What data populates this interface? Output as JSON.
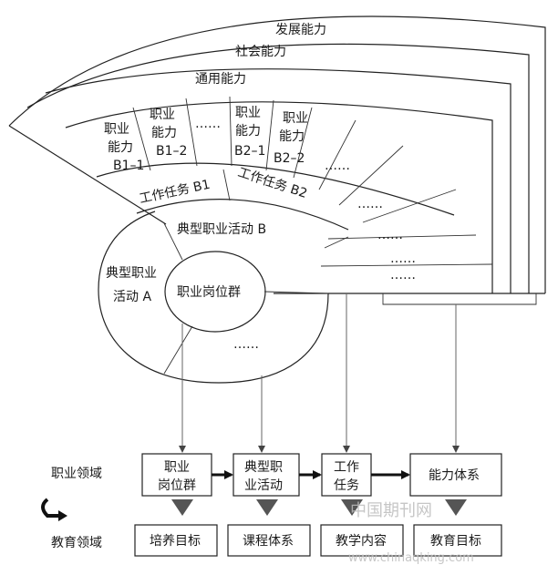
{
  "arc_labels": {
    "development": "发展能力",
    "social": "社会能力",
    "general": "通用能力"
  },
  "ability_cells": {
    "b1_1": [
      "职业",
      "能力",
      "B1–1"
    ],
    "b1_2": [
      "职业",
      "能力",
      "B1–2"
    ],
    "b1_more": "……",
    "b2_1": [
      "职业",
      "能力",
      "B2–1"
    ],
    "b2_2": [
      "职业",
      "能力",
      "B2–2"
    ],
    "b2_more": "……",
    "more_1": "……",
    "more_2": "……",
    "more_3": "……",
    "more_4": "……"
  },
  "tasks": {
    "b1": "工作任务 B1",
    "b2": "工作任务 B2"
  },
  "activities": {
    "a": [
      "典型职业",
      "活动 A"
    ],
    "b": "典型职业活动 B",
    "more": "……"
  },
  "core": "职业岗位群",
  "domains": {
    "vocational": "职业领域",
    "education": "教育领域"
  },
  "flow_top": {
    "post_group": [
      "职业",
      "岗位群"
    ],
    "typical_activity": [
      "典型职",
      "业活动"
    ],
    "work_task": [
      "工作",
      "任务"
    ],
    "ability_system": "能力体系"
  },
  "flow_bottom": {
    "training_goal": "培养目标",
    "course_system": "课程体系",
    "teaching_content": "教学内容",
    "education_goal": "教育目标"
  },
  "watermark": {
    "site_cn": "中国期刊网",
    "url": "www.chinaqking.com"
  }
}
